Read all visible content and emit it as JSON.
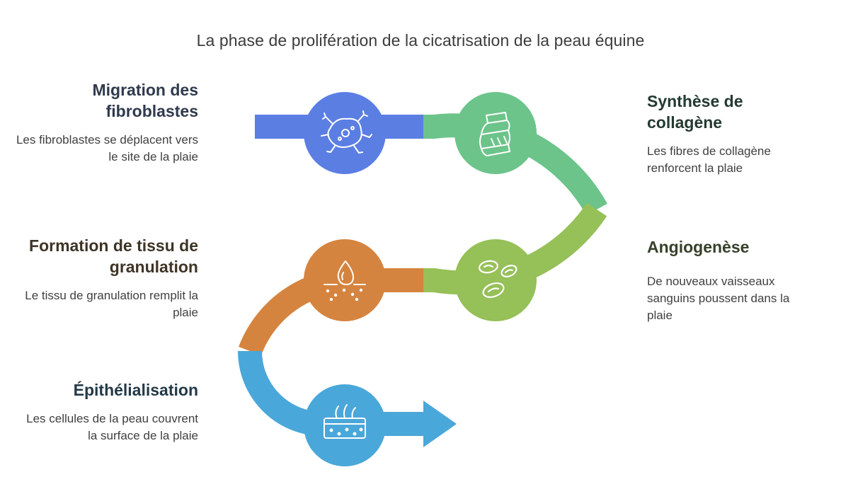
{
  "title": "La phase de prolifération de la cicatrisation de la peau équine",
  "colors": {
    "blue": "#5b7ee3",
    "green": "#6cc48a",
    "lime": "#96c058",
    "orange": "#d5843f",
    "cyan": "#4aa7d9",
    "icon_stroke": "#ffffff"
  },
  "steps": [
    {
      "id": "migration",
      "name": "Migration des fibroblastes",
      "description": "Les fibroblastes se déplacent vers le site de la plaie",
      "icon": "fibroblast-cell-icon",
      "color": "#5b7ee3"
    },
    {
      "id": "collagen",
      "name": "Synthèse de collagène",
      "description": "Les fibres de collagène renforcent la plaie",
      "icon": "bandage-icon",
      "color": "#6cc48a"
    },
    {
      "id": "angio",
      "name": "Angiogenèse",
      "description": "De nouveaux vaisseaux sanguins poussent dans la plaie",
      "icon": "blood-cells-icon",
      "color": "#96c058"
    },
    {
      "id": "granulation",
      "name": "Formation de tissu de granulation",
      "description": "Le tissu de granulation remplit la plaie",
      "icon": "skin-droplet-icon",
      "color": "#d5843f"
    },
    {
      "id": "epith",
      "name": "Épithélialisation",
      "description": "Les cellules de la peau couvrent la surface de la plaie",
      "icon": "skin-layer-icon",
      "color": "#4aa7d9"
    }
  ]
}
